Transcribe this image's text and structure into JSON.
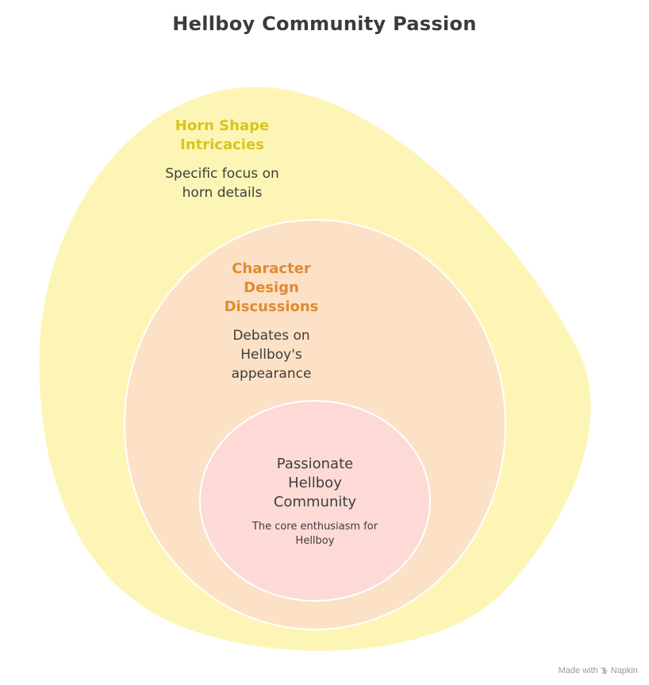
{
  "title": "Hellboy Community Passion",
  "layers": [
    {
      "heading": "Horn Shape Intricacies",
      "heading_lines": [
        "Horn Shape",
        "Intricacies"
      ],
      "description_lines": [
        "Specific focus on",
        "horn details"
      ],
      "fill": "#fdf5b5",
      "heading_color": "#d9c51a"
    },
    {
      "heading": "Character Design Discussions",
      "heading_lines": [
        "Character",
        "Design",
        "Discussions"
      ],
      "description_lines": [
        "Debates on",
        "Hellboy's",
        "appearance"
      ],
      "fill": "#fce1c6",
      "heading_color": "#e08a33"
    },
    {
      "heading": "Passionate Hellboy Community",
      "heading_lines": [
        "Passionate",
        "Hellboy",
        "Community"
      ],
      "description_lines": [
        "The core enthusiasm for",
        "Hellboy"
      ],
      "fill": "#fddad6",
      "heading_color": "#3e3e3e"
    }
  ],
  "watermark": {
    "prefix": "Made with",
    "brand": "Napkin",
    "icon": "napkin-logo-icon"
  }
}
